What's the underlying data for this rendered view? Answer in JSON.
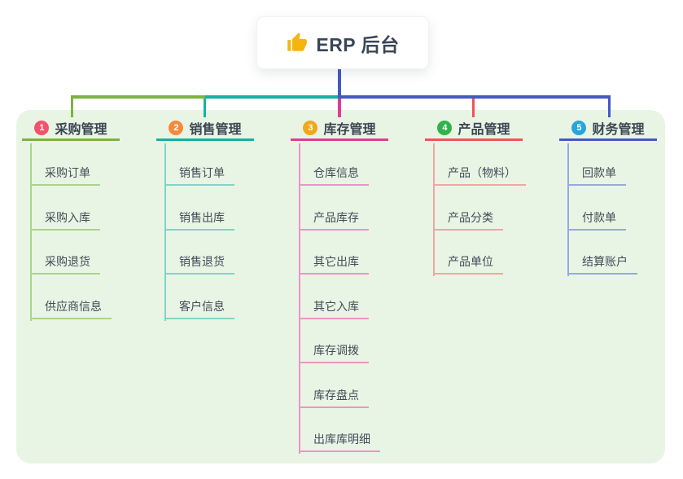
{
  "root": {
    "title": "ERP 后台",
    "icon": "thumbs-up-icon"
  },
  "connector": {
    "root_line_color": "#4558c7"
  },
  "branches": [
    {
      "index": "1",
      "label": "采购管理",
      "badge_color": "#f4516c",
      "line_color": "#7cb342",
      "child_line_color": "#a9d48b",
      "children": [
        "采购订单",
        "采购入库",
        "采购退货",
        "供应商信息"
      ]
    },
    {
      "index": "2",
      "label": "销售管理",
      "badge_color": "#f58a3c",
      "line_color": "#12b2a4",
      "child_line_color": "#82d3c9",
      "children": [
        "销售订单",
        "销售出库",
        "销售退货",
        "客户信息"
      ]
    },
    {
      "index": "3",
      "label": "库存管理",
      "badge_color": "#f2a71b",
      "line_color": "#e23a97",
      "child_line_color": "#f092c8",
      "children": [
        "仓库信息",
        "产品库存",
        "其它出库",
        "其它入库",
        "库存调拨",
        "库存盘点",
        "出库库明细"
      ]
    },
    {
      "index": "4",
      "label": "产品管理",
      "badge_color": "#2fb34a",
      "line_color": "#f25456",
      "child_line_color": "#f7a2a6",
      "children": [
        "产品（物料）",
        "产品分类",
        "产品单位"
      ]
    },
    {
      "index": "5",
      "label": "财务管理",
      "badge_color": "#27a5dc",
      "line_color": "#4558c7",
      "child_line_color": "#97a8e2",
      "children": [
        "回款单",
        "付款单",
        "结算账户"
      ]
    }
  ]
}
